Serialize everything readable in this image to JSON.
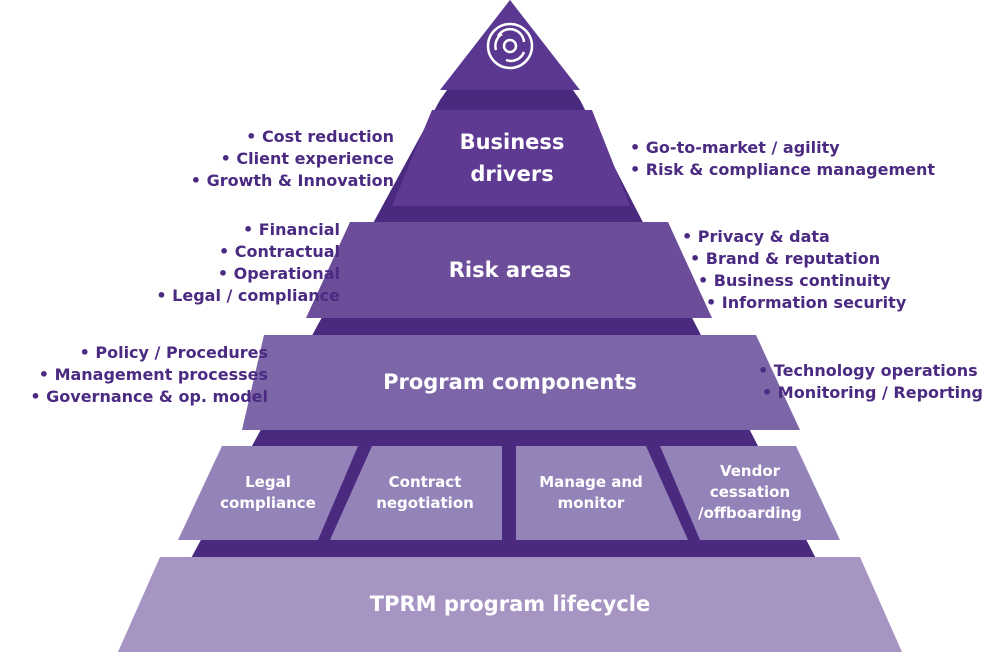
{
  "diagram": {
    "title": "TPRM pyramid",
    "colors": {
      "background_dark": "#4a2a7e",
      "tier_business": "#5e3a92",
      "tier_risk": "#6c4d9a",
      "tier_program": "#7d66a8",
      "tier_cells": "#9483b8",
      "tier_lifecycle": "#a695c3",
      "text_bullets": "#4b2a82",
      "text_on_tier": "#ffffff"
    },
    "apex": {
      "icon": "circular-swirl-logo-icon"
    },
    "tiers": [
      {
        "id": "business",
        "label_lines": [
          "Business",
          "drivers"
        ],
        "left_bullets": [
          "Cost reduction",
          "Client experience",
          "Growth & Innovation"
        ],
        "right_bullets": [
          "Go-to-market / agility",
          "Risk & compliance management"
        ]
      },
      {
        "id": "risk",
        "label_lines": [
          "Risk areas"
        ],
        "left_bullets": [
          "Financial",
          "Contractual",
          "Operational",
          "Legal / compliance"
        ],
        "right_bullets": [
          "Privacy & data",
          "Brand & reputation",
          "Business continuity",
          "Information security"
        ]
      },
      {
        "id": "program",
        "label_lines": [
          "Program components"
        ],
        "left_bullets": [
          "Policy / Procedures",
          "Management processes",
          "Governance & op. model"
        ],
        "right_bullets": [
          "Technology operations",
          "Monitoring / Reporting"
        ]
      },
      {
        "id": "cells",
        "cells": [
          {
            "label_lines": [
              "Legal",
              "compliance"
            ]
          },
          {
            "label_lines": [
              "Contract",
              "negotiation"
            ]
          },
          {
            "label_lines": [
              "Manage and",
              "monitor"
            ]
          },
          {
            "label_lines": [
              "Vendor",
              "cessation",
              "/offboarding"
            ]
          }
        ]
      },
      {
        "id": "lifecycle",
        "label_lines": [
          "TPRM program lifecycle"
        ]
      }
    ]
  }
}
